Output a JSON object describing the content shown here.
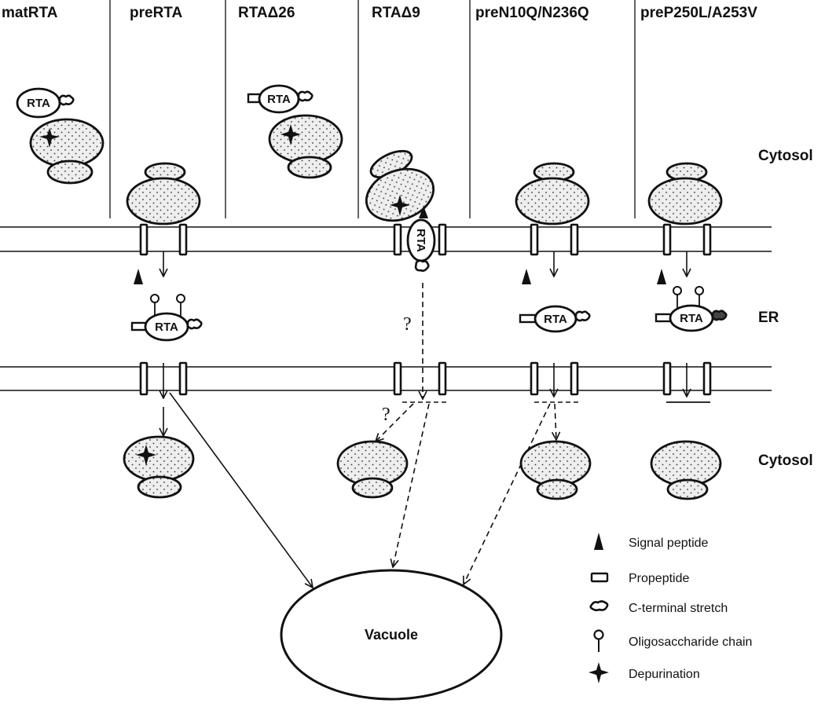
{
  "columns": [
    {
      "label": "matRTA"
    },
    {
      "label": "preRTA"
    },
    {
      "label": "RTAΔ26"
    },
    {
      "label": "RTAΔ9"
    },
    {
      "label": "preN10Q/N236Q"
    },
    {
      "label": "preP250L/A253V"
    }
  ],
  "regions": {
    "cytosol_top": "Cytosol",
    "er": "ER",
    "cytosol_bottom": "Cytosol"
  },
  "molecule_label": "RTA",
  "vacuole_label": "Vacuole",
  "uncertain_mark": "?",
  "legend": [
    {
      "symbol": "signal-peptide-icon",
      "label": "Signal peptide"
    },
    {
      "symbol": "propeptide-icon",
      "label": "Propeptide"
    },
    {
      "symbol": "c-terminal-stretch-icon",
      "label": "C-terminal stretch"
    },
    {
      "symbol": "oligosaccharide-chain-icon",
      "label": "Oligosaccharide chain"
    },
    {
      "symbol": "depurination-icon",
      "label": "Depurination"
    }
  ]
}
